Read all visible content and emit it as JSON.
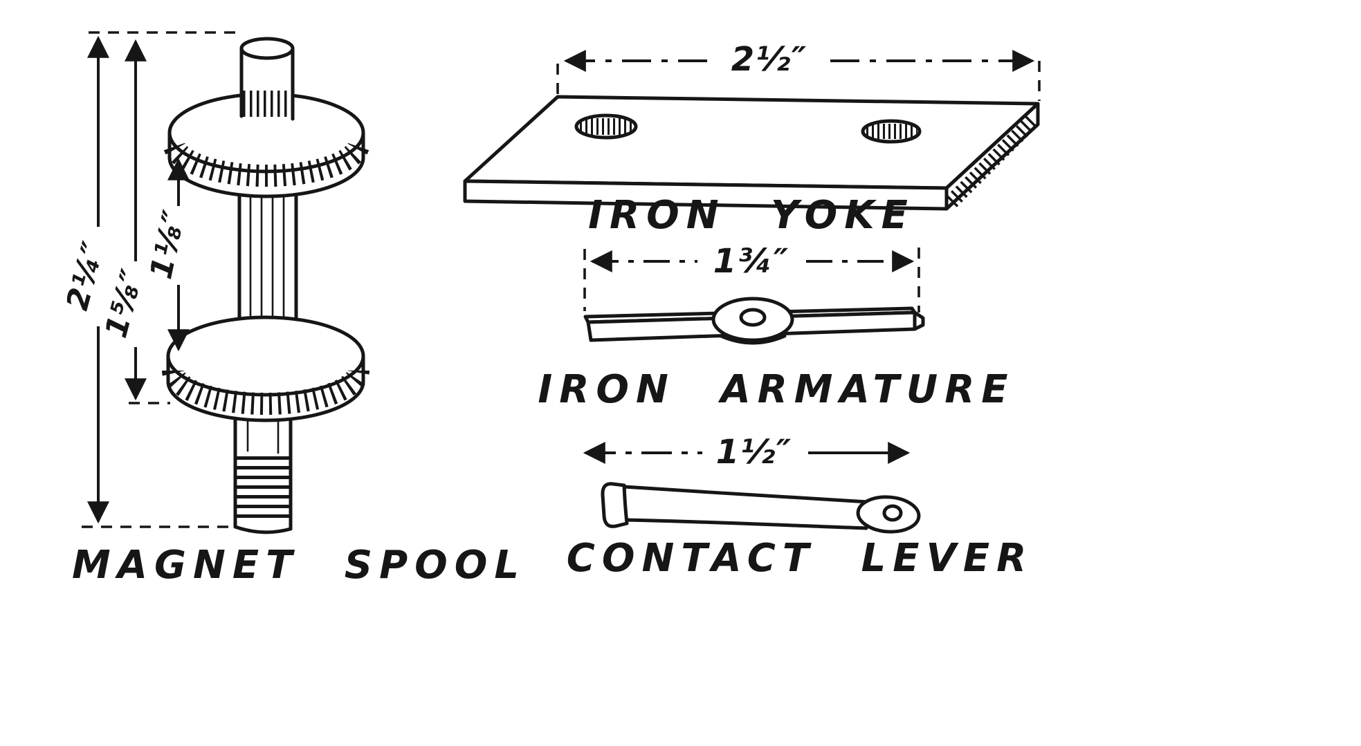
{
  "palette": {
    "ink": "#161616",
    "paper": "#ffffff"
  },
  "parts": {
    "magnet_spool": {
      "label": "MAGNET SPOOL",
      "dim_overall": "2¼″",
      "dim_spool": "1⅝″",
      "dim_between_flanges": "1⅛″"
    },
    "iron_yoke": {
      "label": "IRON YOKE",
      "dim_length": "2½″"
    },
    "iron_armature": {
      "label": "IRON ARMATURE",
      "dim_length": "1¾″"
    },
    "contact_lever": {
      "label": "CONTACT LEVER",
      "dim_length": "1½″"
    }
  }
}
